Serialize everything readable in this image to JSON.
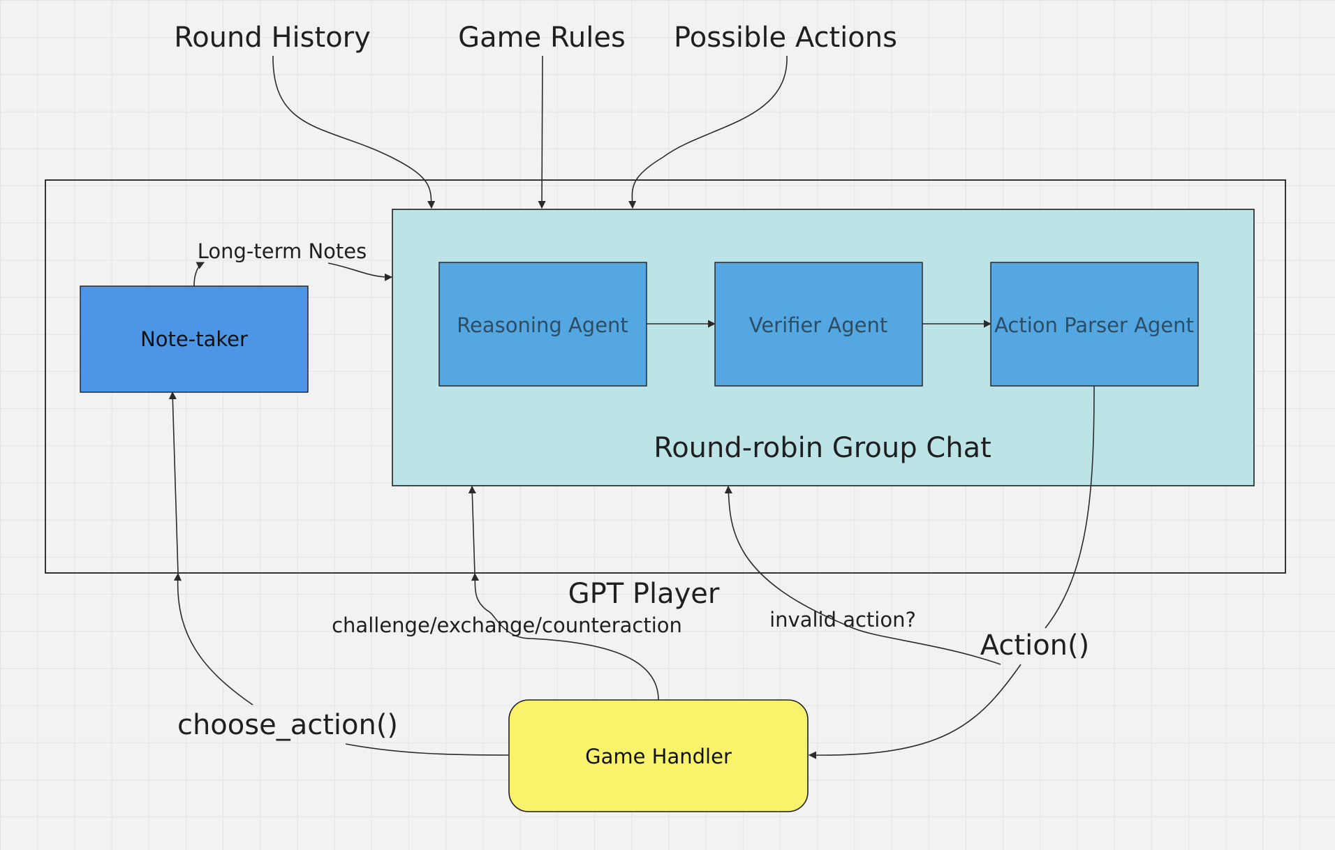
{
  "inputs": {
    "round_history": "Round History",
    "game_rules": "Game Rules",
    "possible_actions": "Possible Actions"
  },
  "gpt_player": {
    "label": "GPT Player"
  },
  "note_taker": {
    "label": "Note-taker",
    "fill": "#4d96e5"
  },
  "group_chat": {
    "label": "Round-robin Group Chat",
    "fill": "#bce4e7",
    "agents": [
      {
        "label": "Reasoning Agent"
      },
      {
        "label": "Verifier Agent"
      },
      {
        "label": "Action Parser Agent"
      }
    ],
    "agent_fill": "#55a7e2"
  },
  "game_handler": {
    "label": "Game Handler",
    "fill": "#f9f36c"
  },
  "edge_labels": {
    "long_term_notes": "Long-term Notes",
    "challenge": "challenge/exchange/counteraction",
    "invalid_action": "invalid action?",
    "action": "Action()",
    "choose_action": "choose_action()"
  }
}
